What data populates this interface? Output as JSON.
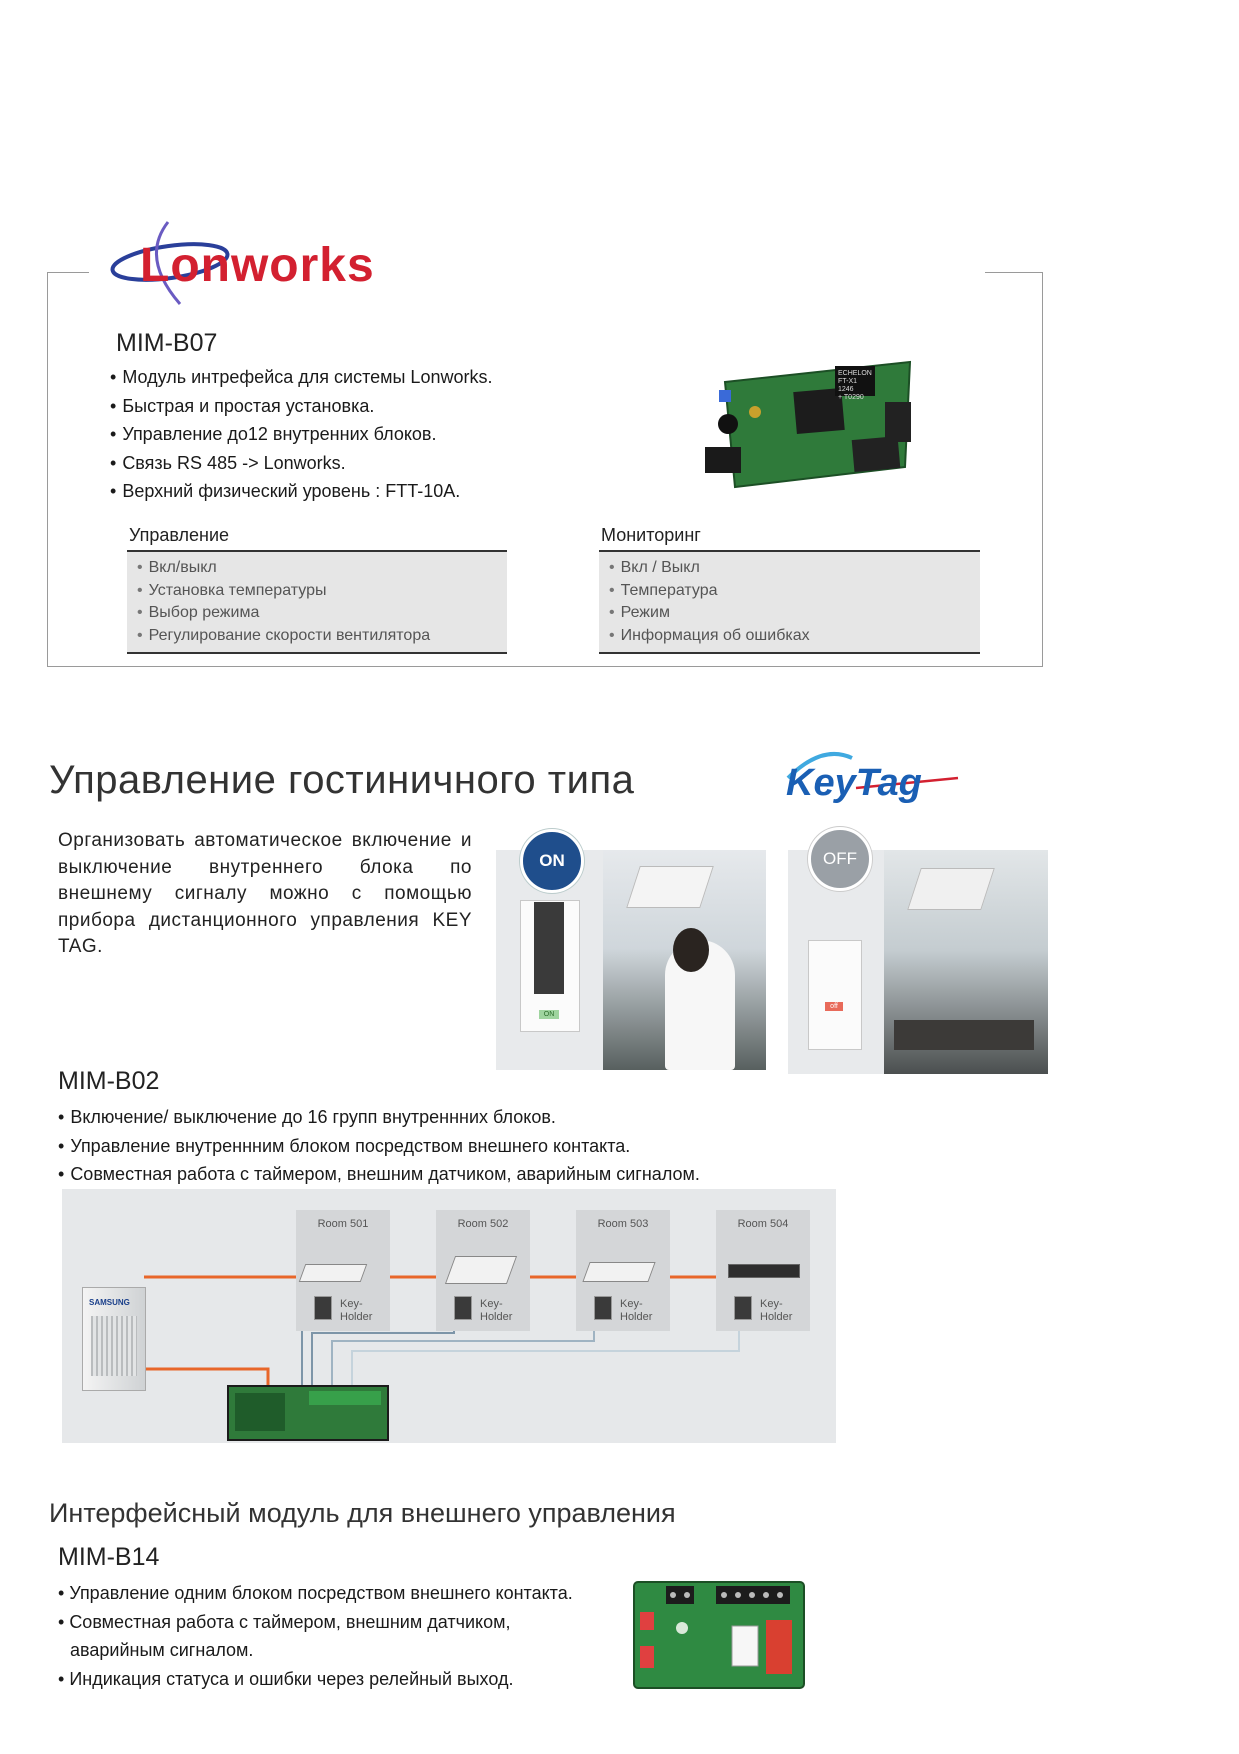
{
  "lonworks": {
    "logo_text": "Lonworks",
    "model": "MIM-B07",
    "features": [
      "Модуль интрефейса для системы Lonworks.",
      "Быстрая и простая установка.",
      "Управление до12 внутренних блоков.",
      "Связь RS 485 -> Lonworks.",
      "Верхний физический уровень : FTT-10A."
    ],
    "control": {
      "title": "Управление",
      "items": [
        "Вкл/выкл",
        "Установка температуры",
        "Выбор режима",
        "Регулирование скорости вентилятора"
      ]
    },
    "monitoring": {
      "title": "Мониторинг",
      "items": [
        "Вкл / Выкл",
        "Температура",
        "Режим",
        "Информация об ошибках"
      ]
    },
    "board_marking": [
      "ECHELON",
      "FT-X1",
      "1246",
      "+ T0290"
    ]
  },
  "hotel": {
    "heading": "Управление гостиничного типа",
    "logo_text": "KeyTag",
    "description": "Организовать автоматическое включение и выключение внутреннего блока по внешнему сигналу можно с помощью прибора дистанционного управления KEY TAG.",
    "badge_on": "ON",
    "badge_off": "OFF",
    "switch_on_label": "ON",
    "switch_off_label": "off",
    "model": "MIM-B02",
    "features": [
      "Включение/ выключение до 16 групп внутреннних блоков.",
      "Управление внутреннним блоком посредством внешнего контакта.",
      "Совместная работа с таймером, внешним датчиком, аварийным сигналом."
    ],
    "rooms": [
      "Room 501",
      "Room 502",
      "Room 503",
      "Room 504"
    ],
    "key_holder_label_1": "Key-",
    "key_holder_label_2": "Holder",
    "outdoor_brand": "SAMSUNG"
  },
  "interface": {
    "heading": "Интерфейсный модуль для внешнего управления",
    "model": "MIM-B14",
    "features": [
      "Управление одним блоком посредством внешнего контакта.",
      "Совместная работа с таймером, внешним датчиком, аварийным сигналом.",
      "Индикация статуса и ошибки через релейный выход."
    ]
  },
  "colors": {
    "lonworks_red": "#d32030",
    "keytag_blue": "#1a5fb4",
    "badge_on": "#1f4e8c",
    "badge_off": "#9aa0a6",
    "cable_orange": "#e8662a",
    "cable_gray": "#9fb3c2",
    "pcb_green": "#2f7a3a"
  }
}
